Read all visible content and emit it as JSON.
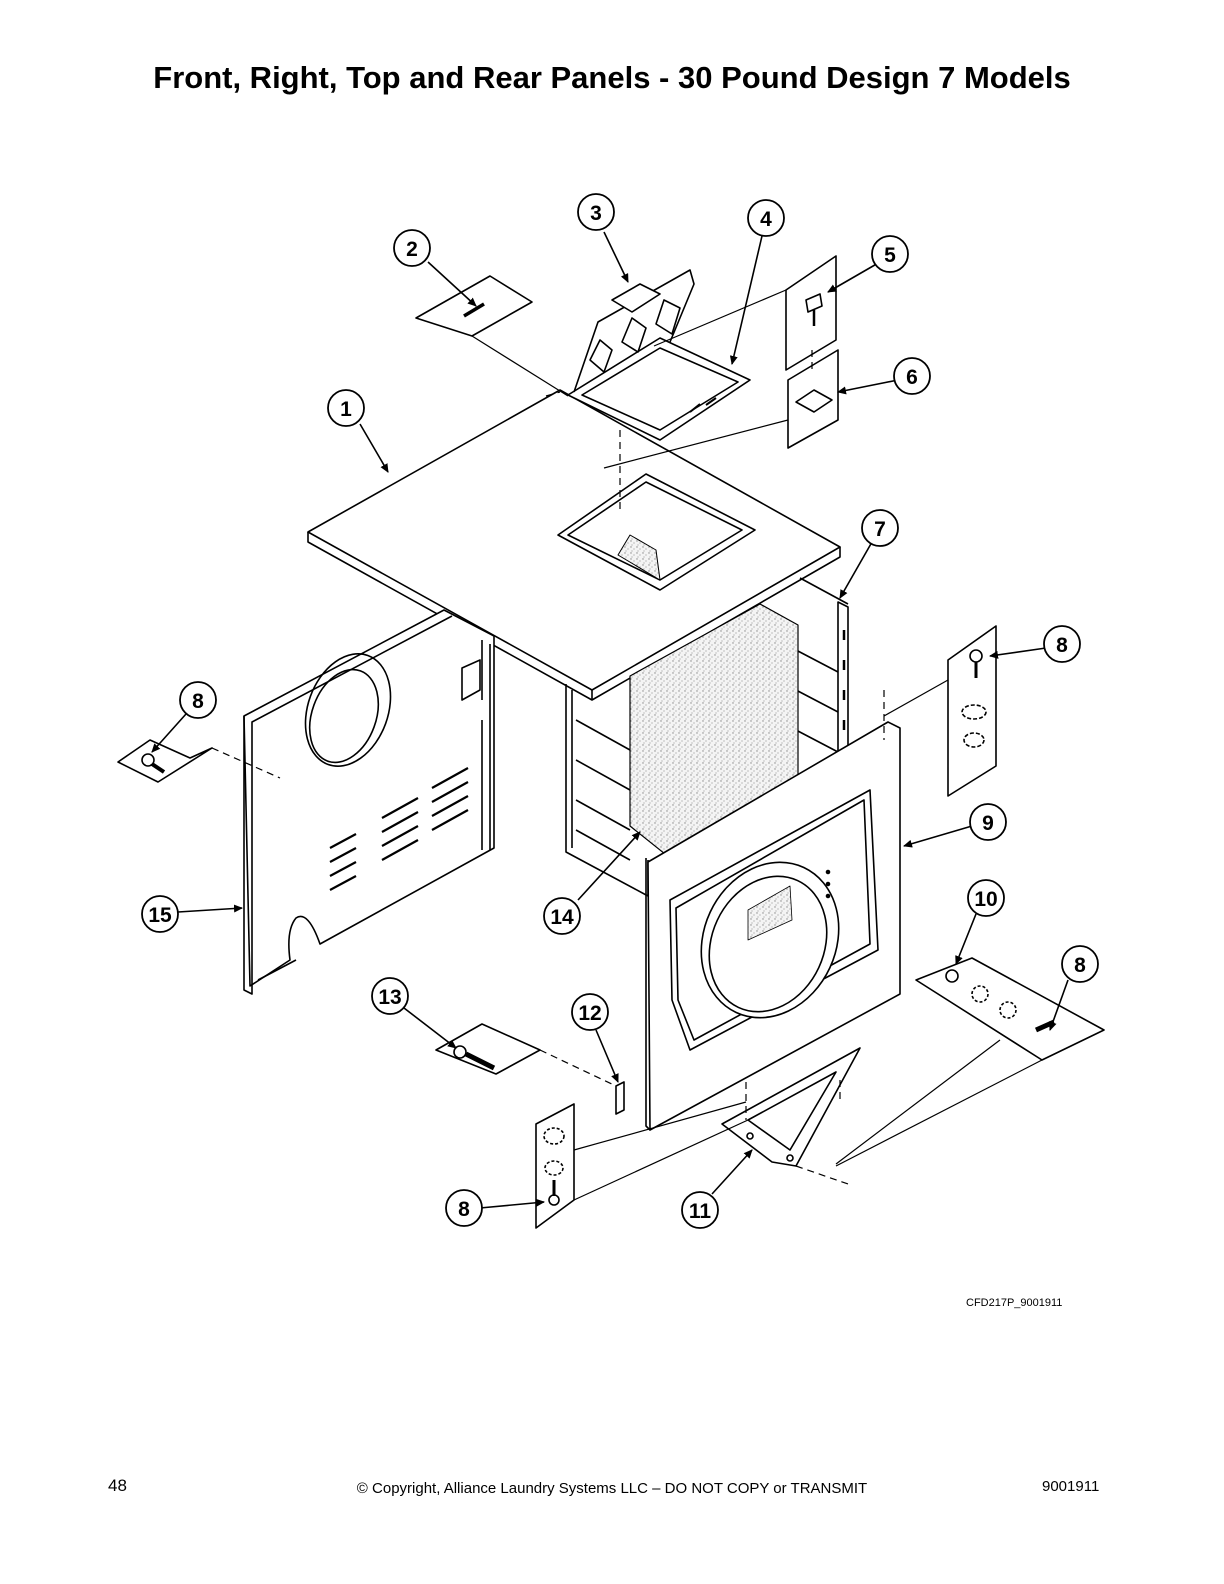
{
  "page": {
    "title": "Front, Right, Top and Rear Panels - 30 Pound Design 7 Models",
    "drawing_code": "CFD217P_9001911",
    "page_number": "48",
    "copyright": "© Copyright, Alliance Laundry Systems LLC – DO NOT COPY or TRANSMIT",
    "doc_number": "9001911"
  },
  "callouts": [
    {
      "id": "c1",
      "label": "1"
    },
    {
      "id": "c2",
      "label": "2"
    },
    {
      "id": "c3",
      "label": "3"
    },
    {
      "id": "c4",
      "label": "4"
    },
    {
      "id": "c5",
      "label": "5"
    },
    {
      "id": "c6",
      "label": "6"
    },
    {
      "id": "c7",
      "label": "7"
    },
    {
      "id": "c8a",
      "label": "8"
    },
    {
      "id": "c8b",
      "label": "8"
    },
    {
      "id": "c9",
      "label": "9"
    },
    {
      "id": "c10",
      "label": "10"
    },
    {
      "id": "c8c",
      "label": "8"
    },
    {
      "id": "c8d",
      "label": "8"
    },
    {
      "id": "c11",
      "label": "11"
    },
    {
      "id": "c12",
      "label": "12"
    },
    {
      "id": "c13",
      "label": "13"
    },
    {
      "id": "c14",
      "label": "14"
    },
    {
      "id": "c15",
      "label": "15"
    }
  ]
}
